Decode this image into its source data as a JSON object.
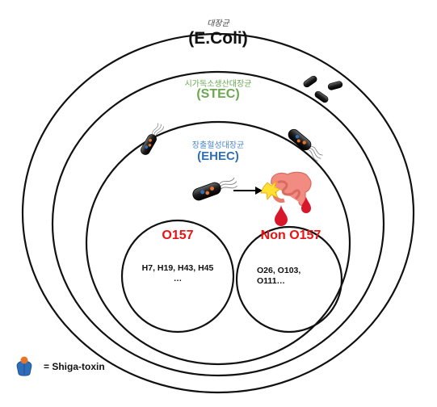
{
  "ecoli": {
    "label_korean": "대장균",
    "label": "(E.Coli)"
  },
  "stec": {
    "label_korean": "시가독소생산대장균",
    "label": "(STEC)",
    "color": "#6aa84f"
  },
  "ehec": {
    "label_korean": "장출혈성대장균",
    "label": "(EHEC)",
    "color": "#2f6fb6"
  },
  "groups": {
    "o157": {
      "label": "O157",
      "types": "H7, H19, H43, H45 …"
    },
    "non_o157": {
      "label": "Non O157",
      "types": "O26, O103, O111…"
    }
  },
  "legend": {
    "icon": "shiga-toxin-icon",
    "label": "= Shiga-toxin"
  },
  "colors": {
    "accent_red": "#ee1111",
    "blood": "#d8182a",
    "intestine": "#f28b82"
  }
}
